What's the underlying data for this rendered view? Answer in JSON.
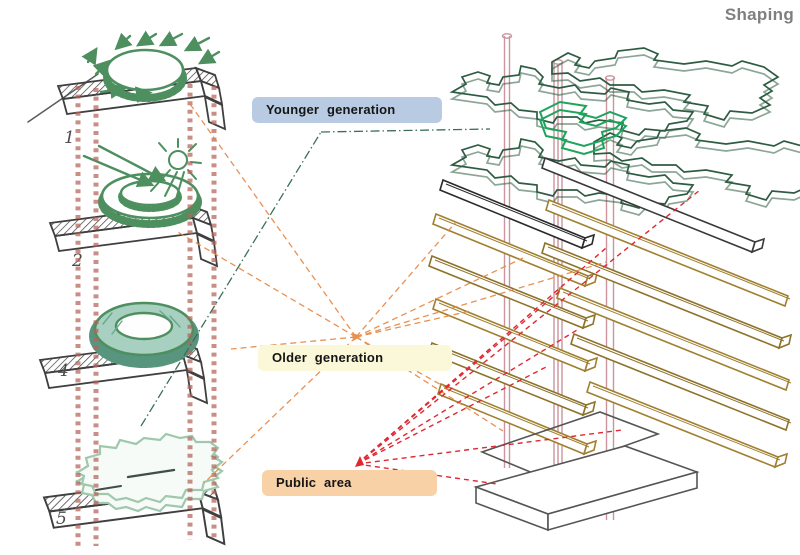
{
  "title": {
    "text": "Shaping",
    "color": "#7f7f7f"
  },
  "labels": {
    "younger_generation": {
      "text": "Younger generation",
      "bg": "#b9cbe2",
      "line_color": "#3c6f5a",
      "line_style": "dash-dot"
    },
    "older_generation": {
      "text": "Older generation",
      "bg": "#fbf8d9",
      "line_color": "#e8853f",
      "line_style": "dashed"
    },
    "public_area": {
      "text": "Public area",
      "bg": "#f8d1a6",
      "line_color": "#e02833",
      "line_style": "dashed"
    }
  },
  "sketch": {
    "numbers": [
      "1",
      "2",
      "4",
      "5"
    ],
    "column_color": "#b4645a",
    "green_ink": "#4e8f5f",
    "teal_fill": "#a7d0c0"
  },
  "axon": {
    "plate_color": "#2e5c42",
    "highlight_plate_color": "#1ea45c",
    "bar_color": "#a08030",
    "column_color": "#c2828e",
    "base_color": "#555555"
  }
}
